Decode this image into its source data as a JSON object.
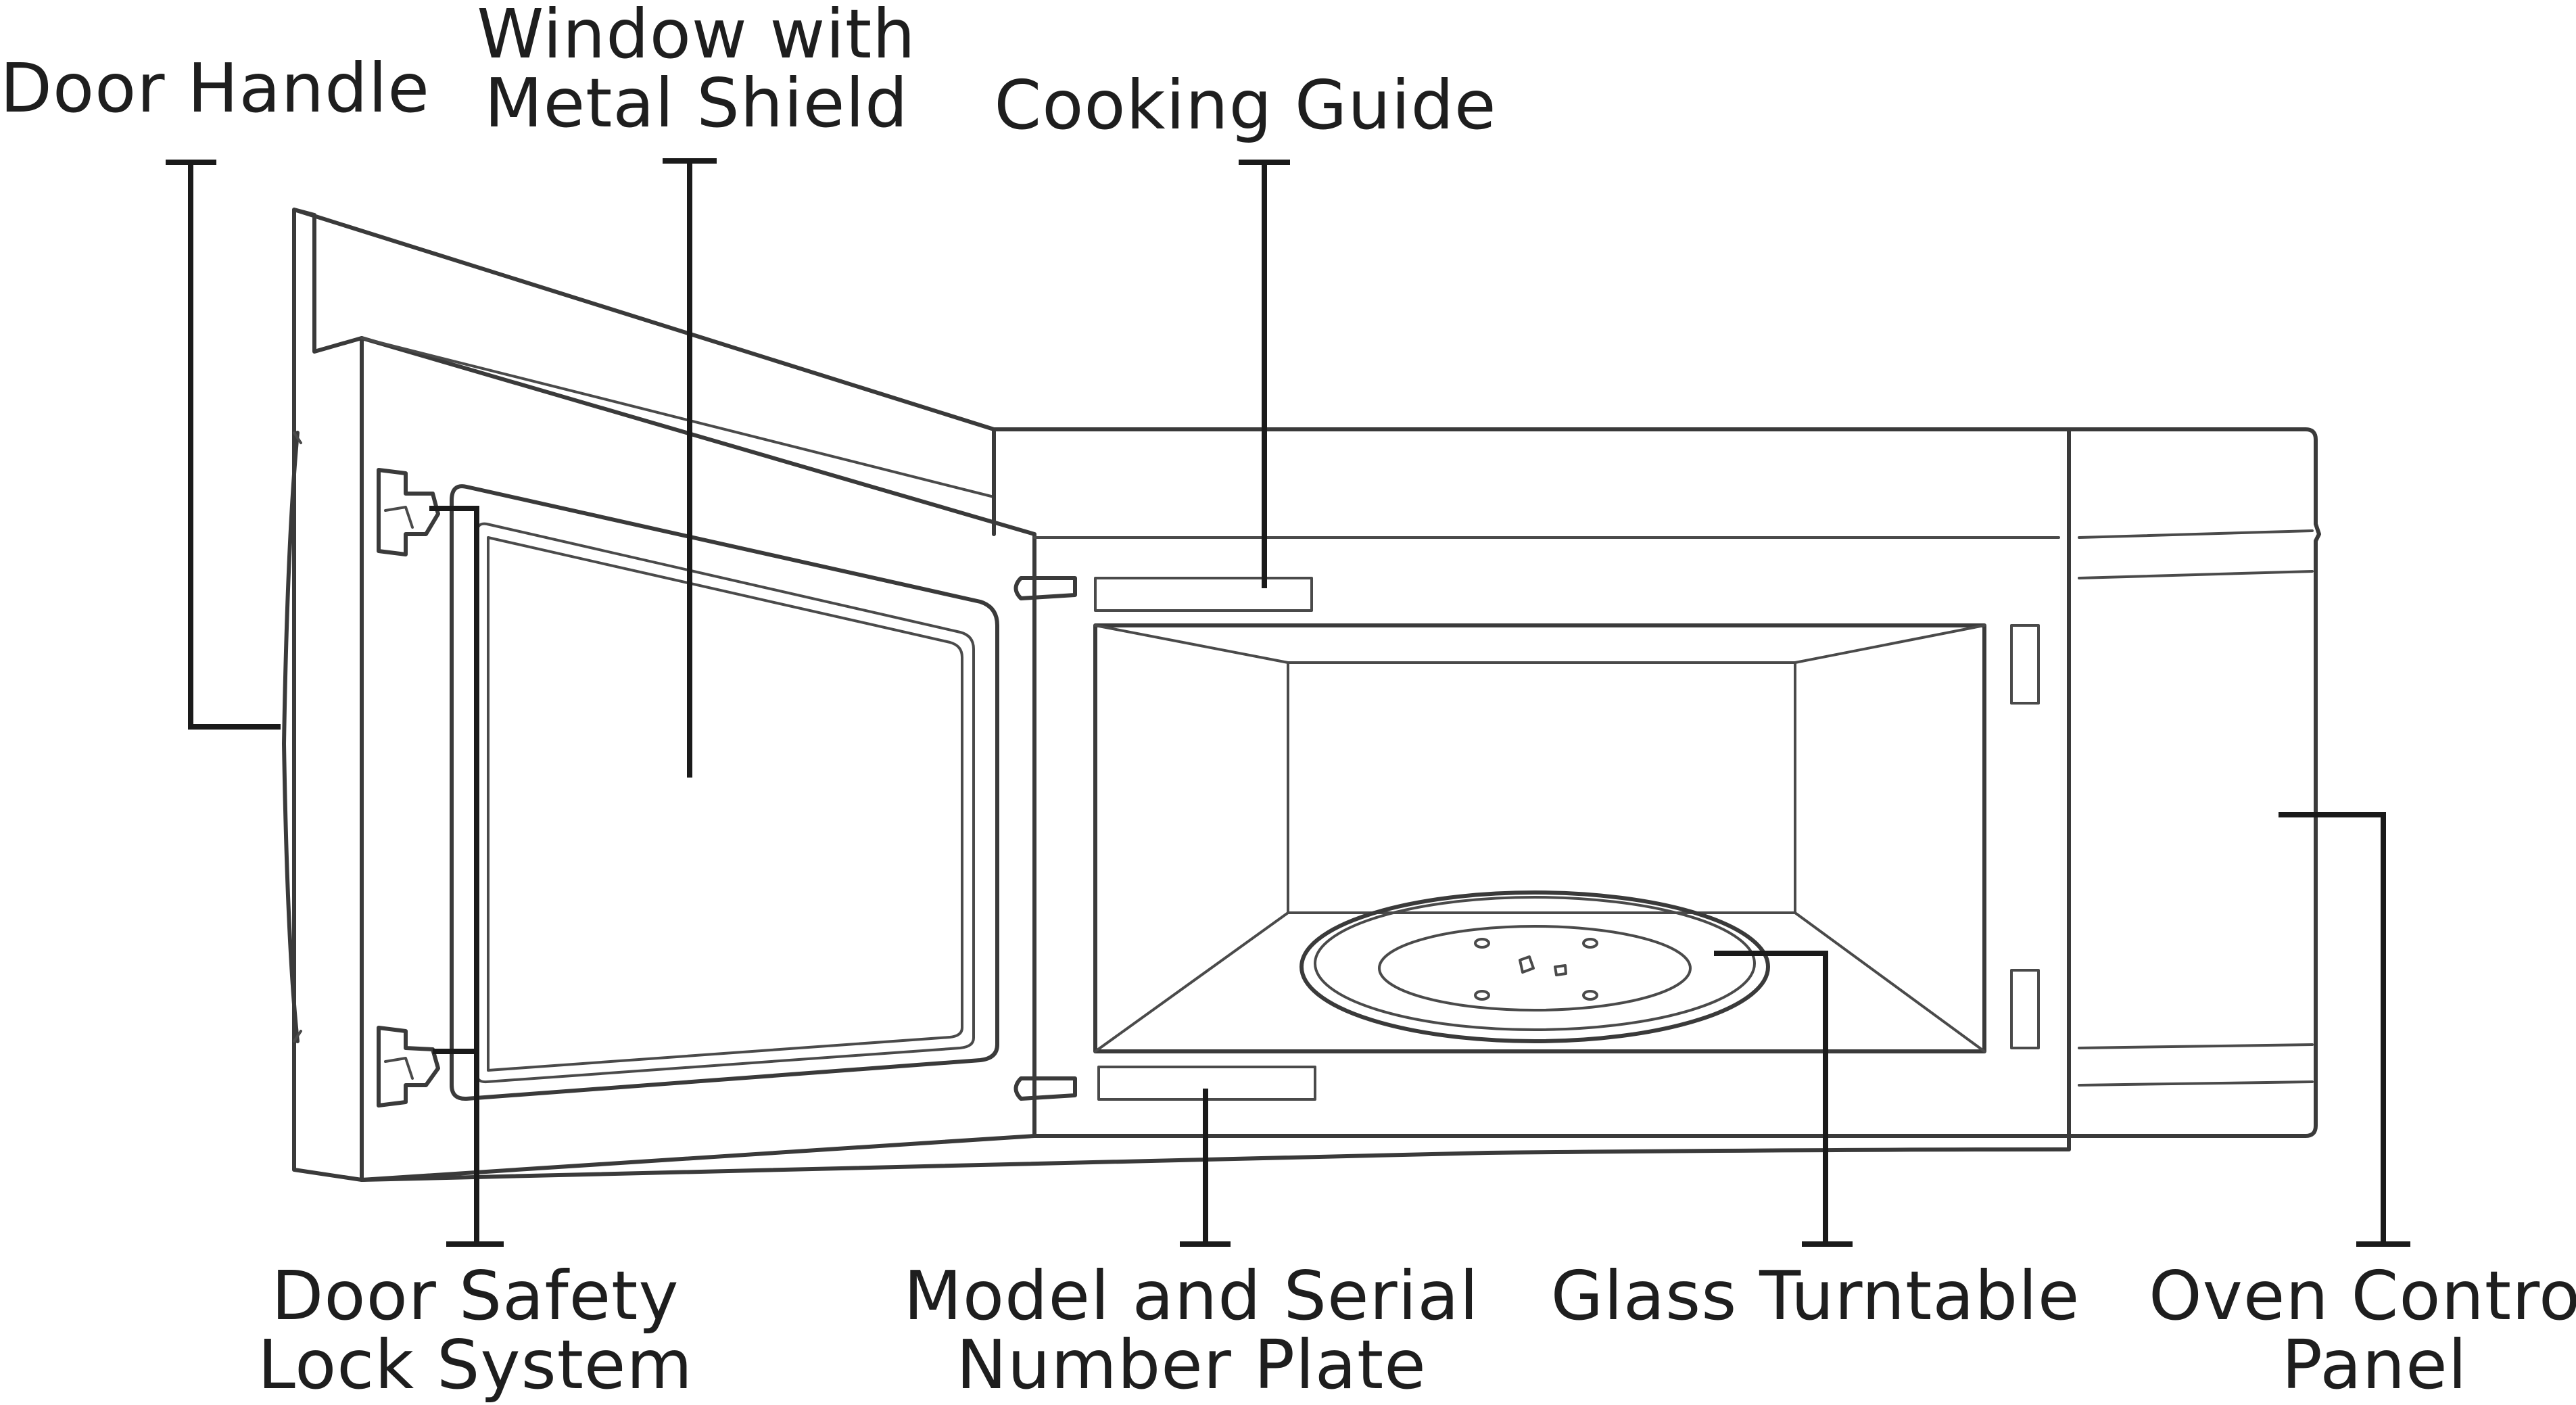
{
  "callouts": {
    "door_handle": {
      "line1": "Door Handle"
    },
    "window": {
      "line1": "Window with",
      "line2": "Metal Shield"
    },
    "cooking_guide": {
      "line1": "Cooking Guide"
    },
    "door_safety": {
      "line1": "Door Safety",
      "line2": "Lock System"
    },
    "model_plate": {
      "line1": "Model and Serial",
      "line2": "Number Plate"
    },
    "turntable": {
      "line1": "Glass Turntable"
    },
    "control_panel": {
      "line1": "Oven Control",
      "line2": "Panel"
    }
  },
  "colors": {
    "outline": "#3a3a3a",
    "leader": "#1a1a1a",
    "text": "#1e1e1e",
    "background": "#ffffff"
  }
}
